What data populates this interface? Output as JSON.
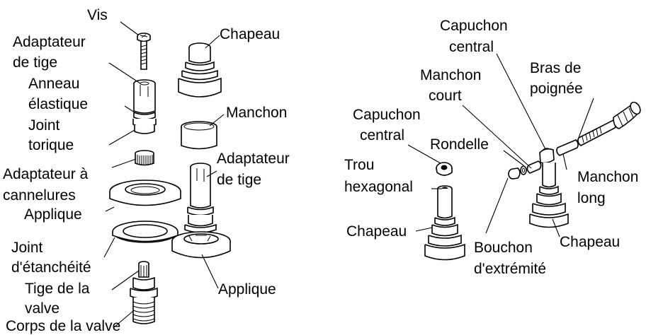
{
  "labels": {
    "vis": "Vis",
    "adaptateur_tige_1": "Adaptateur",
    "adaptateur_tige_2": "de tige",
    "anneau_1": "Anneau",
    "anneau_2": "élastique",
    "joint_torique_1": "Joint",
    "joint_torique_2": "torique",
    "adaptateur_cannelures_1": "Adaptateur à",
    "adaptateur_cannelures_2": "cannelures",
    "applique_left": "Applique",
    "joint_etancheite_1": "Joint",
    "joint_etancheite_2": "d'étanchéité",
    "tige_valve_1": "Tige de la",
    "tige_valve_2": "valve",
    "corps_valve": "Corps de la valve",
    "chapeau_top": "Chapeau",
    "manchon": "Manchon",
    "adaptateur_tige_mid_1": "Adaptateur",
    "adaptateur_tige_mid_2": "de tige",
    "applique_mid": "Applique",
    "capuchon_central_r_1": "Capuchon",
    "capuchon_central_r_2": "central",
    "manchon_court_1": "Manchon",
    "manchon_court_2": "court",
    "bras_poignee_1": "Bras de",
    "bras_poignee_2": "poignée",
    "capuchon_central_l_1": "Capuchon",
    "capuchon_central_l_2": "central",
    "rondelle": "Rondelle",
    "trou_hex_1": "Trou",
    "trou_hex_2": "hexagonal",
    "manchon_long_1": "Manchon",
    "manchon_long_2": "long",
    "chapeau_left_r": "Chapeau",
    "bouchon_1": "Bouchon",
    "bouchon_2": "d'extrémité",
    "chapeau_right_r": "Chapeau"
  }
}
